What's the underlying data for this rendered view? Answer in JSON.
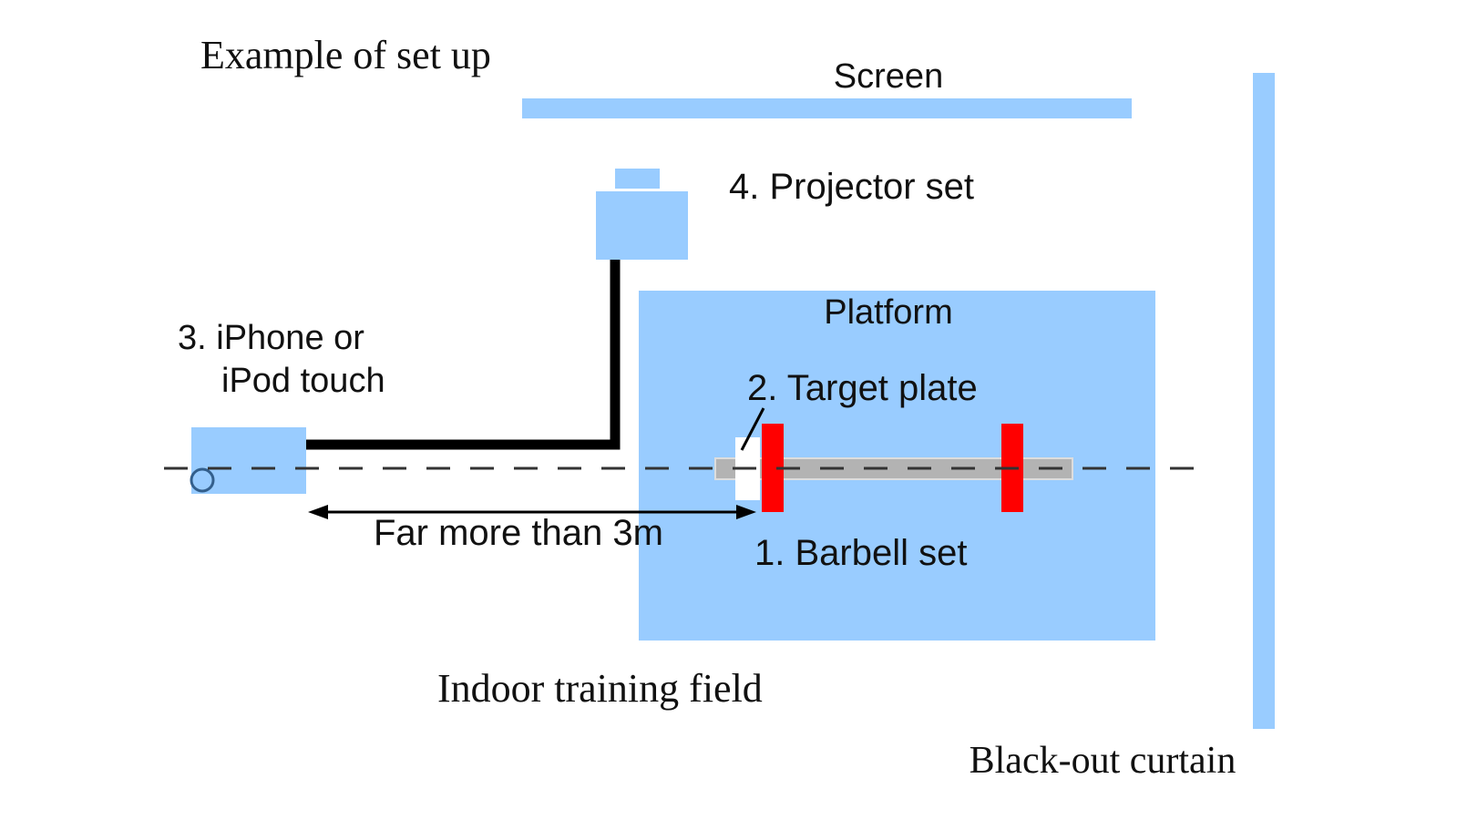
{
  "title": "Example of set up",
  "labels": {
    "screen": "Screen",
    "projector": "4. Projector set",
    "platform": "Platform",
    "iphone_line1": "3. iPhone or",
    "iphone_line2": "iPod touch",
    "target_plate": "2. Target plate",
    "distance": "Far more than 3m",
    "barbell": "1. Barbell set",
    "field": "Indoor training field",
    "curtain": "Black-out curtain"
  },
  "colors": {
    "light_blue": "#99ccff",
    "plate_red": "#ff0000",
    "bar_gray": "#b3b3b3",
    "cable": "#000000",
    "axis_line": "#333333"
  }
}
